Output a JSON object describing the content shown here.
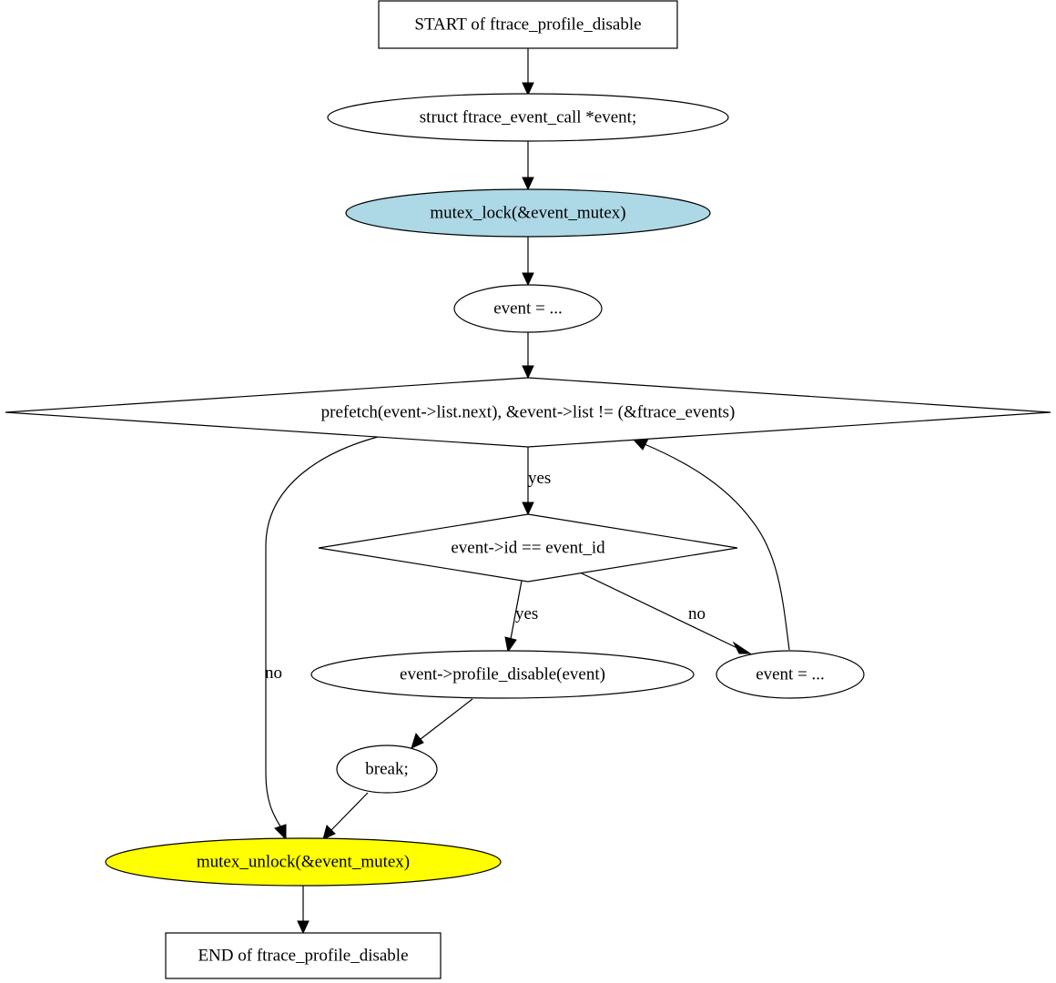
{
  "colors": {
    "background": "#ffffff",
    "stroke": "#000000",
    "default_fill": "#ffffff",
    "lock_fill": "#add8e6",
    "unlock_fill": "#ffff00"
  },
  "nodes": {
    "start": {
      "label": "START of ftrace_profile_disable",
      "shape": "box"
    },
    "decl": {
      "label": "struct ftrace_event_call *event;",
      "shape": "ellipse"
    },
    "lock": {
      "label": "mutex_lock(&event_mutex)",
      "shape": "ellipse",
      "fill": "lock_fill"
    },
    "init": {
      "label": "event = ...",
      "shape": "ellipse"
    },
    "loop_cond": {
      "label": "prefetch(event->list.next), &event->list != (&ftrace_events)",
      "shape": "diamond"
    },
    "id_check": {
      "label": "event->id == event_id",
      "shape": "diamond"
    },
    "disable": {
      "label": "event->profile_disable(event)",
      "shape": "ellipse"
    },
    "next": {
      "label": "event = ...",
      "shape": "ellipse"
    },
    "break": {
      "label": "break;",
      "shape": "ellipse"
    },
    "unlock": {
      "label": "mutex_unlock(&event_mutex)",
      "shape": "ellipse",
      "fill": "unlock_fill"
    },
    "end": {
      "label": "END of ftrace_profile_disable",
      "shape": "box"
    }
  },
  "edges": [
    {
      "from": "start",
      "to": "decl",
      "label": ""
    },
    {
      "from": "decl",
      "to": "lock",
      "label": ""
    },
    {
      "from": "lock",
      "to": "init",
      "label": ""
    },
    {
      "from": "init",
      "to": "loop_cond",
      "label": ""
    },
    {
      "from": "loop_cond",
      "to": "id_check",
      "label": "yes"
    },
    {
      "from": "loop_cond",
      "to": "unlock",
      "label": "no"
    },
    {
      "from": "id_check",
      "to": "disable",
      "label": "yes"
    },
    {
      "from": "id_check",
      "to": "next",
      "label": "no"
    },
    {
      "from": "next",
      "to": "loop_cond",
      "label": ""
    },
    {
      "from": "disable",
      "to": "break",
      "label": ""
    },
    {
      "from": "break",
      "to": "unlock",
      "label": ""
    },
    {
      "from": "unlock",
      "to": "end",
      "label": ""
    }
  ]
}
